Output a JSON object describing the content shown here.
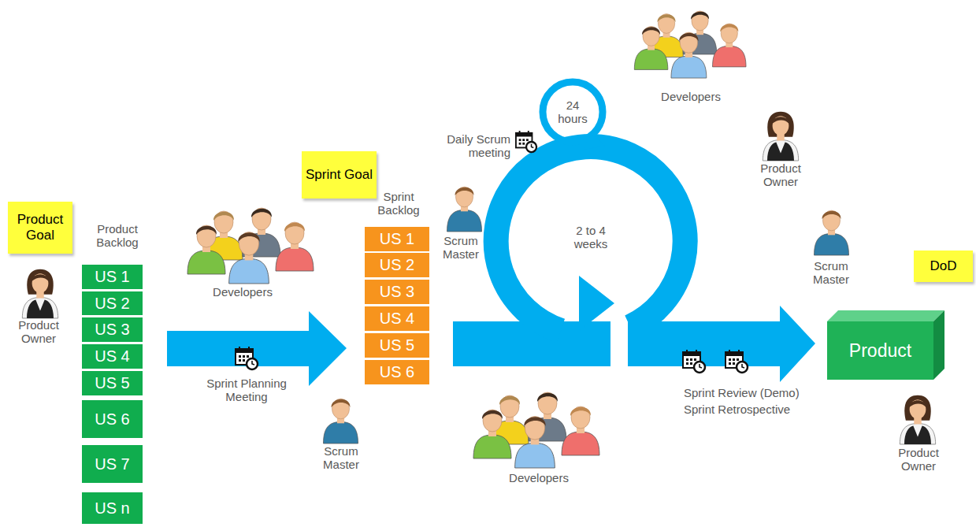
{
  "diagram": {
    "nodes": [
      {
        "text": [
          "Product Goal"
        ]
      },
      {
        "text": [
          "US 1"
        ]
      },
      {
        "text": [
          "US 2"
        ]
      },
      {
        "text": [
          "US 3"
        ]
      },
      {
        "text": [
          "US 4"
        ]
      },
      {
        "text": [
          "US 5"
        ]
      },
      {
        "text": [
          "US 6"
        ]
      },
      {
        "text": [
          "US 7"
        ]
      },
      {
        "text": [
          "US n"
        ]
      },
      {
        "text": [
          "Sprint Goal"
        ]
      },
      {
        "text": [
          "US 1"
        ]
      },
      {
        "text": [
          "US 2"
        ]
      },
      {
        "text": [
          "US 3"
        ]
      },
      {
        "text": [
          "US 4"
        ]
      },
      {
        "text": [
          "US 5"
        ]
      },
      {
        "text": [
          "US 6"
        ]
      },
      {
        "text": [
          "DoD"
        ]
      },
      {
        "text": [
          "Product"
        ]
      }
    ],
    "labels": [
      "Product Backlog",
      "Product Owner",
      "Developers",
      "Sprint Planning Meeting",
      "Scrum Master",
      "Sprint Backlog",
      "Scrum Master",
      "Daily Scrum meeting",
      "24 hours",
      "2 to 4 weeks",
      "Developers",
      "Product Owner",
      "Scrum Master",
      "Sprint Review (Demo)",
      "Sprint Retrospective",
      "Developers",
      "Product Owner"
    ]
  }
}
